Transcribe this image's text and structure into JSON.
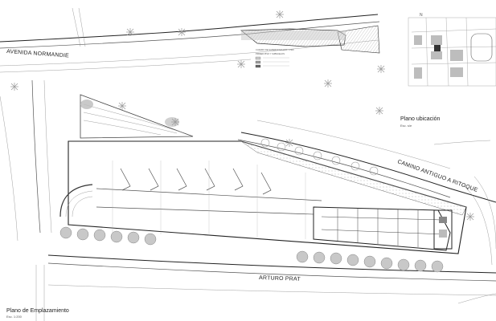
{
  "streets": {
    "avenida_normandie": "AVENIDA NORMANDIE",
    "camino_antiguo": "CAMINO ANTIGUO A RITOQUE",
    "arturo_prat": "ARTURO PRAT"
  },
  "location_plan": {
    "title": "Plano ubicación",
    "scale": "Esc. s/e"
  },
  "site_plan": {
    "title": "Plano de Emplazamiento",
    "scale": "Esc. 1:200"
  },
  "legend": {
    "title": "CUADRO DE SUPERFICIES ESC. 1:500",
    "subtitle": "PRIMER PISO Y SUBSUELOS"
  },
  "colors": {
    "line": "#333333",
    "hatch": "#9a9a9a",
    "tree": "#bdbdbd",
    "paper": "#ffffff"
  }
}
